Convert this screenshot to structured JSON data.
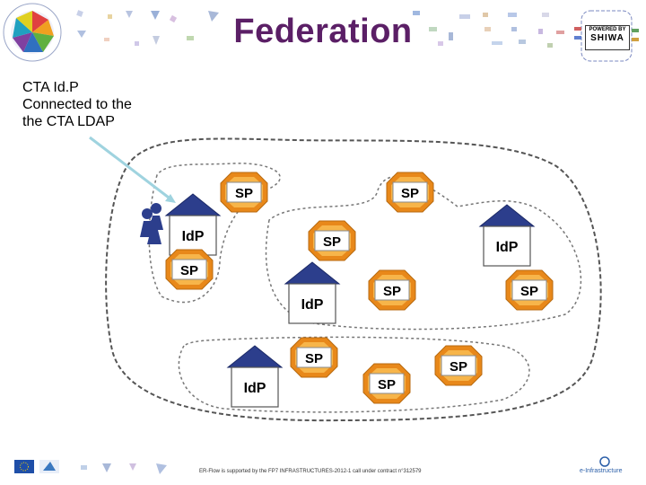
{
  "title": "Federation",
  "callout": {
    "line1": "CTA Id.P",
    "line2": "Connected to the",
    "line3": "the CTA LDAP"
  },
  "labels": {
    "idp": "IdP",
    "sp": "SP"
  },
  "logos": {
    "powered_by": "POWERED BY",
    "powered_brand": "SHIWA"
  },
  "footer": {
    "funding_text": "ER-Flow is supported by the FP7 INFRASTRUCTURES-2012-1 call under contract n°312579",
    "einfrastructure": "e-Infrastructure"
  },
  "colors": {
    "title": "#5b1f66",
    "idp_roof": "#2c3e8c",
    "sp_fill": "#f39a1c",
    "sp_inner": "#f7b54a",
    "user_icon": "#2c3e8c",
    "arrow": "#9fd3df",
    "boundary": "#555555"
  }
}
